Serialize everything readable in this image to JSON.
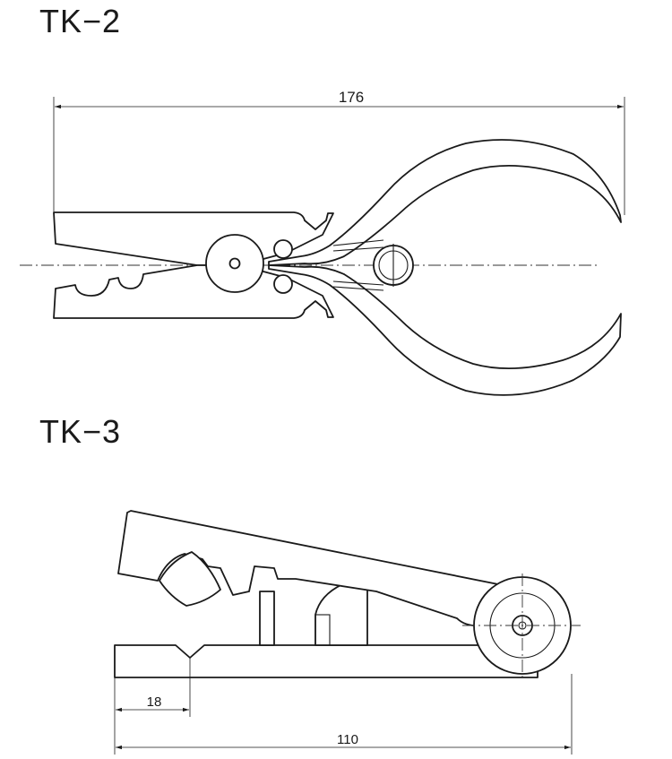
{
  "tk2": {
    "label": "TK−2",
    "dimension_overall_length": "176"
  },
  "tk3": {
    "label": "TK−3",
    "dimension_jaw_notch": "18",
    "dimension_overall_length": "110"
  }
}
